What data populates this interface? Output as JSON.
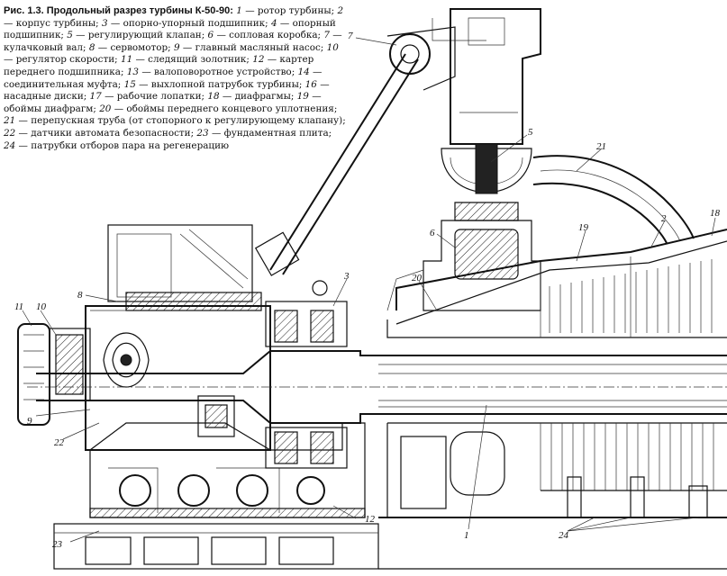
{
  "caption": {
    "title": "Рис. 1.3. Продольный разрез турбины К-50-90:",
    "items": [
      {
        "num": "1",
        "text": " — ротор турбины; "
      },
      {
        "num": "2",
        "text": " — корпус турбины; "
      },
      {
        "num": "3",
        "text": " — опорно-упорный подшипник; "
      },
      {
        "num": "4",
        "text": " — опорный подшипник; "
      },
      {
        "num": "5",
        "text": " — регулирующий клапан; "
      },
      {
        "num": "6",
        "text": " — сопловая коробка; "
      },
      {
        "num": "7",
        "text": " — кулачковый вал; "
      },
      {
        "num": "8",
        "text": " — сервомотор; "
      },
      {
        "num": "9",
        "text": " — главный масляный насос; "
      },
      {
        "num": "10",
        "text": " — регулятор скорости; "
      },
      {
        "num": "11",
        "text": " — следящий золотник; "
      },
      {
        "num": "12",
        "text": " — картер переднего подшипника; "
      },
      {
        "num": "13",
        "text": " — валоповоротное устройство; "
      },
      {
        "num": "14",
        "text": " — соединительная муфта; "
      },
      {
        "num": "15",
        "text": " — выхлопной патрубок турбины; "
      },
      {
        "num": "16",
        "text": " — насадные диски; "
      },
      {
        "num": "17",
        "text": " — рабочие лопатки; "
      },
      {
        "num": "18",
        "text": " — диафрагмы; "
      },
      {
        "num": "19",
        "text": " — обоймы диафрагм; "
      },
      {
        "num": "20",
        "text": " — обоймы переднего концевого уплотнения; "
      },
      {
        "num": "21",
        "text": " — перепускная труба (от стопорного к регулирующему клапану); "
      },
      {
        "num": "22",
        "text": " — датчики автомата безопасности; "
      },
      {
        "num": "23",
        "text": " — фундаментная плита; "
      },
      {
        "num": "24",
        "text": " — патрубки отборов пара на регенерацию"
      }
    ]
  },
  "labels": [
    {
      "id": "1",
      "text": "1"
    },
    {
      "id": "2",
      "text": "2"
    },
    {
      "id": "3",
      "text": "3"
    },
    {
      "id": "5",
      "text": "5"
    },
    {
      "id": "6",
      "text": "6"
    },
    {
      "id": "7",
      "text": "7"
    },
    {
      "id": "8",
      "text": "8"
    },
    {
      "id": "9",
      "text": "9"
    },
    {
      "id": "10",
      "text": "10"
    },
    {
      "id": "11",
      "text": "11"
    },
    {
      "id": "12",
      "text": "12"
    },
    {
      "id": "18",
      "text": "18"
    },
    {
      "id": "19",
      "text": "19"
    },
    {
      "id": "20",
      "text": "20"
    },
    {
      "id": "21",
      "text": "21"
    },
    {
      "id": "22",
      "text": "22"
    },
    {
      "id": "23",
      "text": "23"
    },
    {
      "id": "24",
      "text": "24"
    }
  ]
}
